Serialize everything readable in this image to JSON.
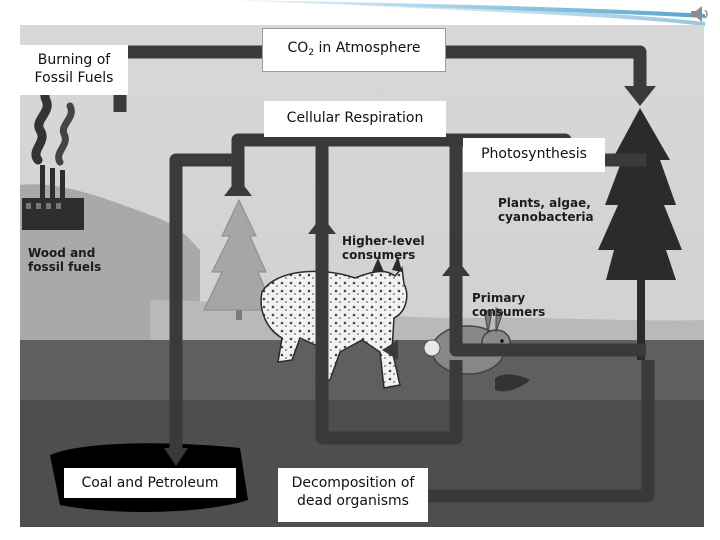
{
  "labels": {
    "burning": [
      "Burning of",
      "Fossil Fuels"
    ],
    "co2_main": "CO",
    "co2_sub": "2",
    "co2_rest": " in Atmosphere",
    "respiration": "Cellular Respiration",
    "photosynthesis": "Photosynthesis",
    "coal": "Coal and Petroleum",
    "decomposition": [
      "Decomposition of",
      "dead organisms"
    ]
  },
  "inner_labels": {
    "plants": [
      "Plants, algae,",
      "cyanobacteria"
    ],
    "wood": [
      "Wood and",
      "fossil fuels"
    ],
    "higher": [
      "Higher-level",
      "consumers"
    ],
    "primary": [
      "Primary",
      "consumers"
    ]
  },
  "colors": {
    "arrow": "#3a3a3a",
    "sky": "#dcdcdc",
    "ground": "#5f5f5f",
    "deep": "#4a4a4a",
    "accent": "#2e8fc0"
  },
  "icons": [
    "speaker-icon"
  ]
}
